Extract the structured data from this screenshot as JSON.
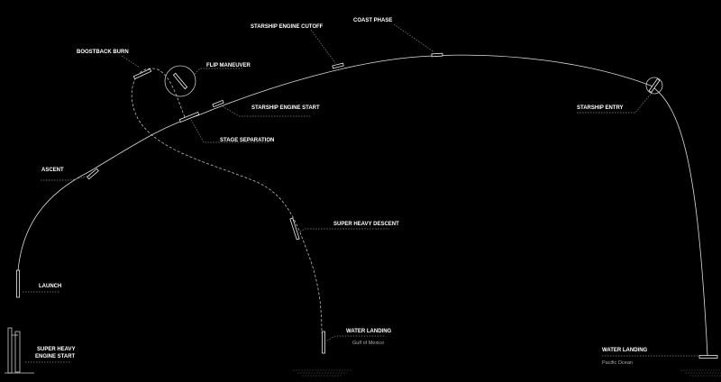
{
  "diagram": {
    "labels": {
      "boostback_burn": "BOOSTBACK BURN",
      "flip_maneuver": "FLIP MANEUVER",
      "starship_engine_cutoff": "STARSHIP ENGINE CUTOFF",
      "coast_phase": "COAST PHASE",
      "starship_engine_start": "STARSHIP ENGINE START",
      "stage_separation": "STAGE SEPARATION",
      "ascent": "ASCENT",
      "starship_entry": "STARSHIP ENTRY",
      "super_heavy_descent": "SUPER HEAVY DESCENT",
      "launch": "LAUNCH",
      "super_heavy_engine_start_1": "SUPER HEAVY",
      "super_heavy_engine_start_2": "ENGINE START",
      "water_landing_booster": "WATER LANDING",
      "gulf_of_mexico": "Gulf of Mexico",
      "water_landing_ship": "WATER LANDING",
      "pacific_ocean": "Pacific Ocean"
    }
  }
}
